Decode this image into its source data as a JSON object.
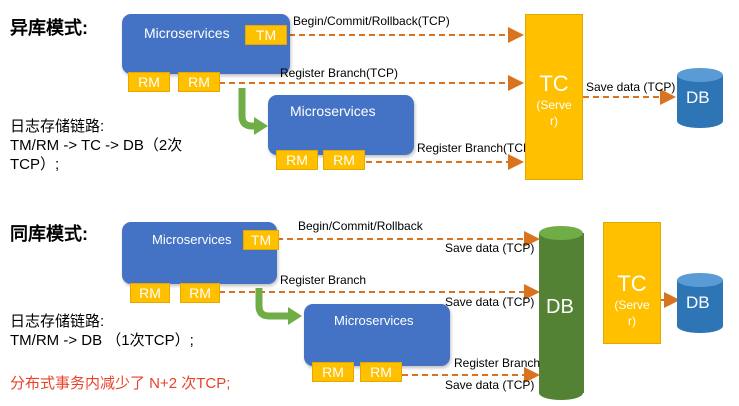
{
  "top": {
    "title": "异库模式:",
    "ms_main": "Microservices",
    "tm": "TM",
    "rm1": "RM",
    "rm2": "RM",
    "ms_sub": "Microservices",
    "rm3": "RM",
    "rm4": "RM",
    "arrow_begin": "Begin/Commit/Rollback(TCP)",
    "arrow_register1": "Register Branch(TCP)",
    "arrow_register2": "Register Branch(TCP)",
    "tc_main": "TC",
    "tc_sub_1": "(Serve",
    "tc_sub_2": "r)",
    "save_data": "Save data (TCP)",
    "db": "DB",
    "chain_line1": "日志存储链路:",
    "chain_line2": "TM/RM -> TC -> DB（2次",
    "chain_line3": "TCP）;"
  },
  "bottom": {
    "title": "同库模式:",
    "ms_main": "Microservices",
    "tm": "TM",
    "rm1": "RM",
    "rm2": "RM",
    "ms_sub": "Microservices",
    "rm3": "RM",
    "rm4": "RM",
    "arrow_begin": "Begin/Commit/Rollback",
    "save1": "Save data (TCP)",
    "arrow_register1": "Register Branch",
    "save2": "Save data (TCP)",
    "arrow_register2": "Register Branch",
    "save3": "Save data (TCP)",
    "db_main": "DB",
    "tc_main": "TC",
    "tc_sub_1": "(Serve",
    "tc_sub_2": "r)",
    "db": "DB",
    "chain_line1": "日志存储链路:",
    "chain_line2": "TM/RM -> DB （1次TCP）;",
    "summary": "分布式事务内减少了 N+2 次TCP;"
  },
  "colors": {
    "microservice_blue": "#4472c4",
    "tag_orange": "#ffc000",
    "arrow_orange": "#d9731f",
    "arrow_green": "#70ad47",
    "db_green": "#548235",
    "db_blue": "#2e75b6",
    "summary_red": "#e8432a"
  }
}
